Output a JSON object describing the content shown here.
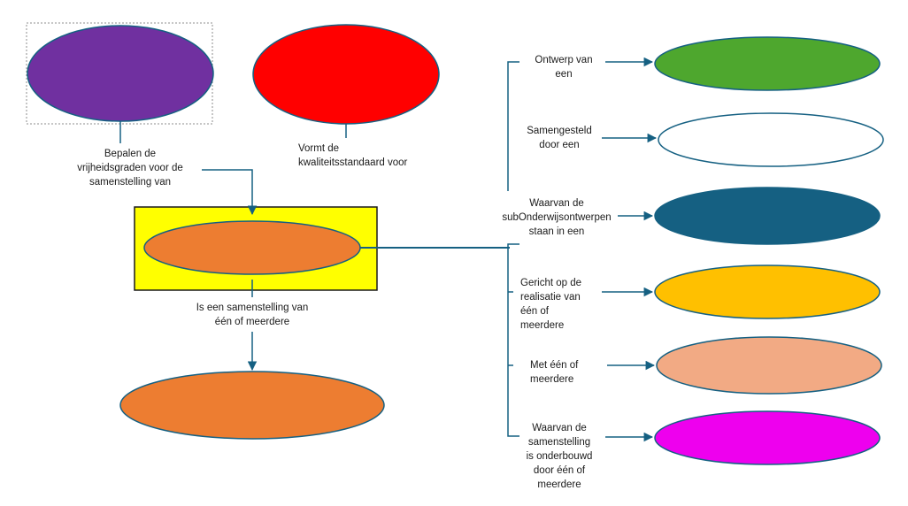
{
  "diagram": {
    "colors": {
      "purple": "#7030a0",
      "red": "#ff0000",
      "orange": "#ed7d31",
      "yellow": "#ffff00",
      "green": "#4ea72e",
      "white": "#ffffff",
      "teal": "#156082",
      "gold": "#ffc000",
      "salmon": "#f2aa84",
      "magenta": "#ee00ee",
      "line": "#156082"
    },
    "labels": {
      "bepalen": "Bepalen de\nvrijheidsgraden voor de\nsamenstelling van",
      "vormt": "Vormt de\nkwaliteitsstandaard voor",
      "is_samenstelling": "Is een samenstelling van\néén of meerdere",
      "ontwerp": "Ontwerp van\neen",
      "samengesteld": "Samengesteld\ndoor een",
      "waarvan_sub": "Waarvan de\nsubOnderwijsontwerpen\nstaan in een",
      "gericht": "Gericht op de\nrealisatie van\néén of\nmeerdere",
      "met": "Met één of\nmeerdere",
      "waarvan_samen": "Waarvan de\nsamenstelling\nis onderbouwd\ndoor één of\nmeerdere"
    }
  }
}
